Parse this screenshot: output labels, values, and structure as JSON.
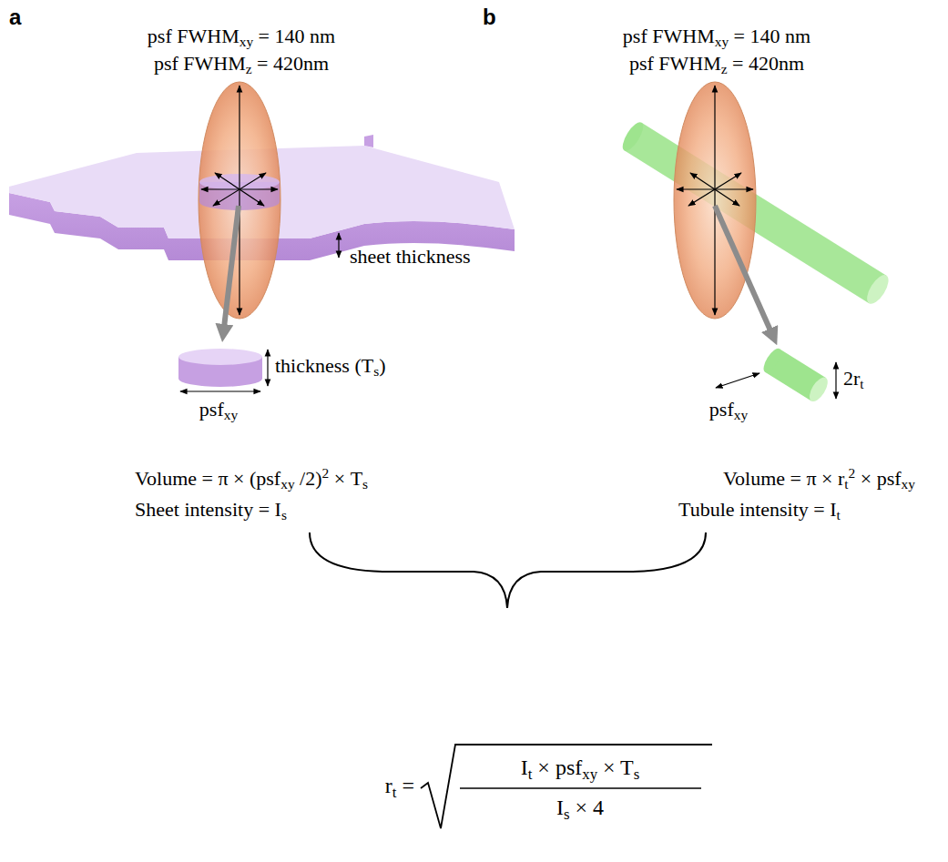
{
  "diagram": {
    "labels": [
      "a",
      "b",
      "psf FWHMxy = 140 nm",
      "psf FWHMz = 420nm",
      "psf FWHMxy = 140 nm",
      "psf FWHMz = 420nm",
      "sheet thickness",
      "thickness (Ts)",
      "psfxy",
      "psfxy",
      "2rt",
      "Volume = π × (psfxy /2)2 × Ts",
      "Sheet intensity = Is",
      "Volume = π × rt2 × psfxy",
      "Tubule intensity = It",
      "rt =",
      "It × psfxy × Ts",
      "Is × 4"
    ]
  }
}
